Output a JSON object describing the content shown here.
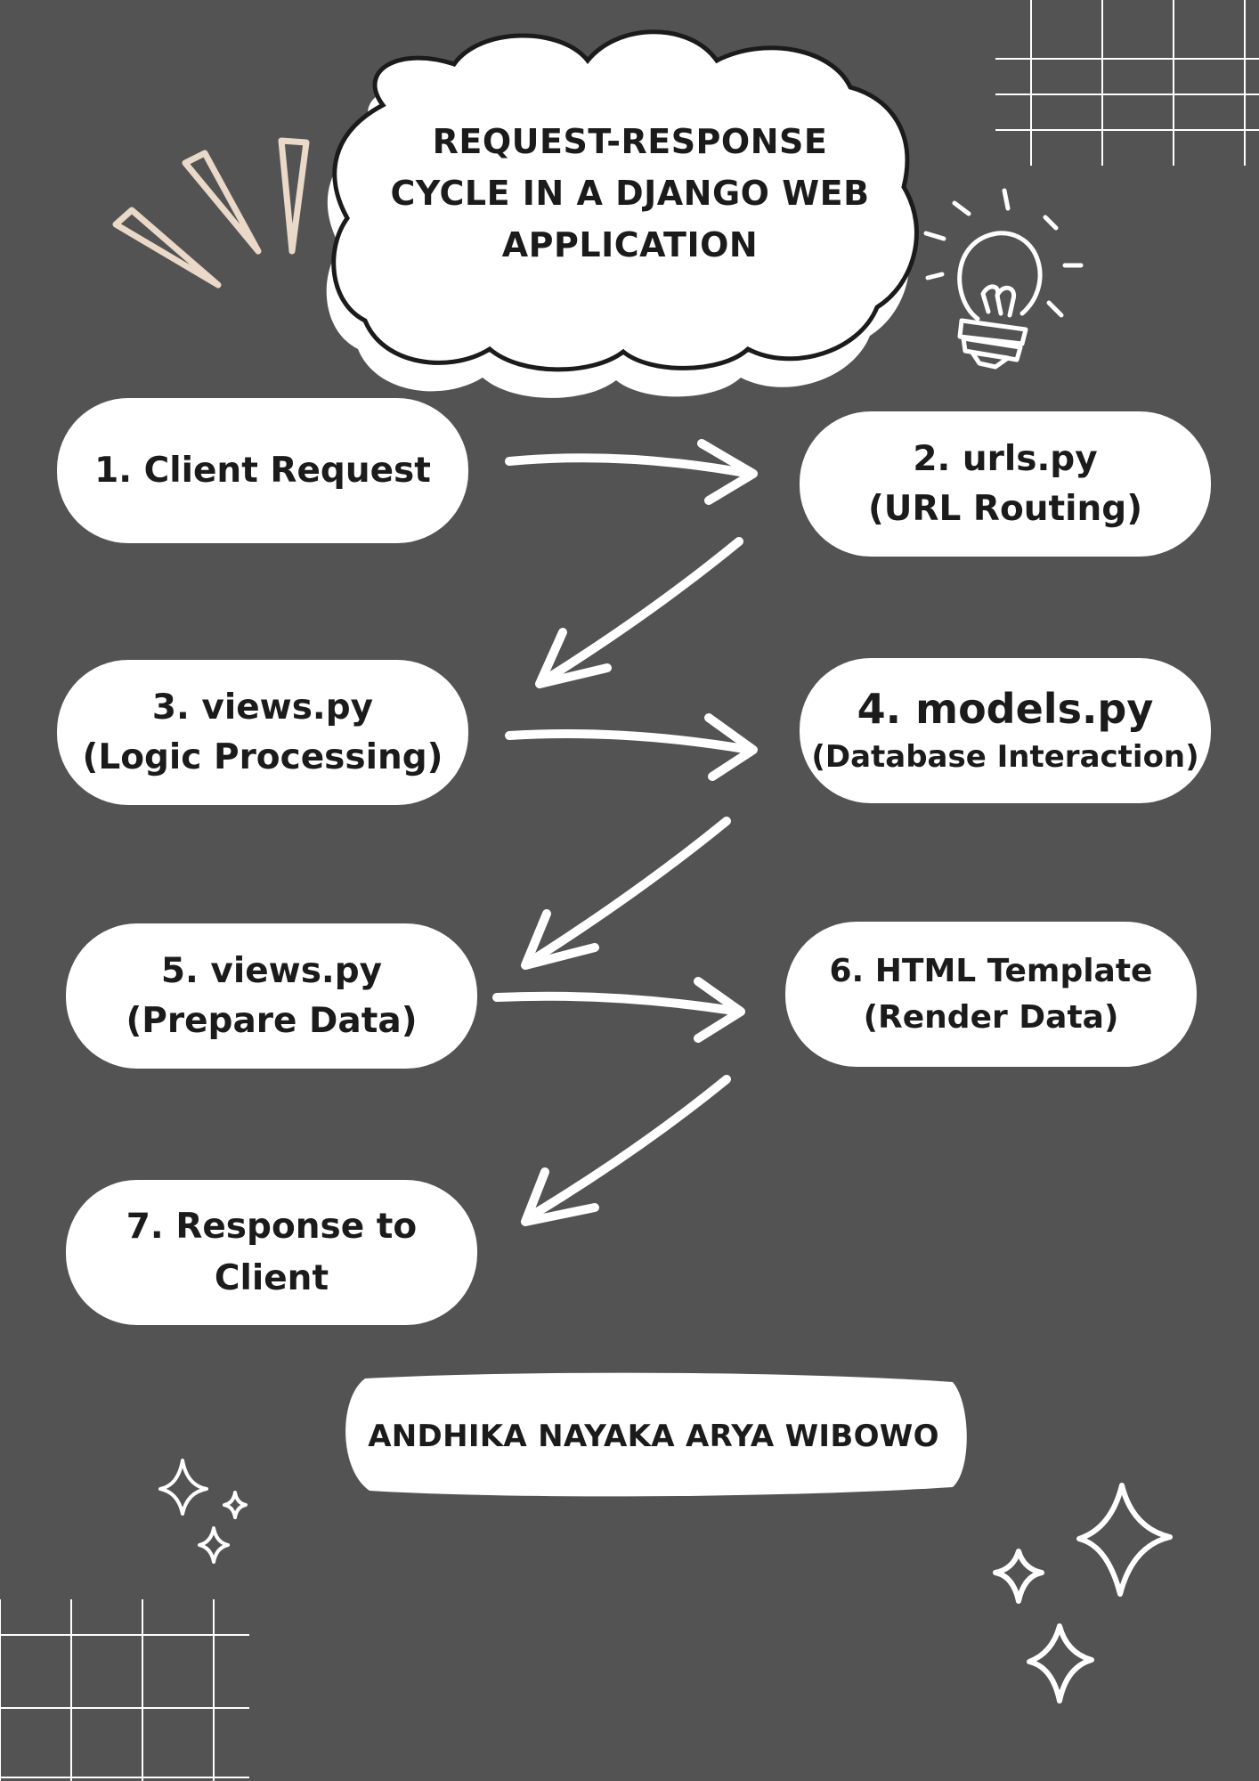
{
  "title": {
    "lines": [
      "REQUEST-RESPONSE",
      "CYCLE IN A DJANGO WEB",
      "APPLICATION"
    ]
  },
  "steps": [
    {
      "line1": "1. Client Request",
      "line2": ""
    },
    {
      "line1": "2. urls.py",
      "line2": "(URL Routing)"
    },
    {
      "line1": "3. views.py",
      "line2": "(Logic Processing)"
    },
    {
      "line1": "4. models.py",
      "line2": "(Database Interaction)"
    },
    {
      "line1": "5. views.py",
      "line2": "(Prepare Data)"
    },
    {
      "line1": "6. HTML Template",
      "line2": "(Render Data)"
    },
    {
      "line1": "7. Response to",
      "line2": "Client"
    }
  ],
  "author": "ANDHIKA NAYAKA ARYA WIBOWO",
  "colors": {
    "background": "#535353",
    "box": "#ffffff",
    "text": "#1b1b1b",
    "accent_beige": "#ead9c8"
  },
  "icons": [
    "lightbulb-icon",
    "sparkle-icon",
    "grid-decoration",
    "burst-lines-icon"
  ]
}
